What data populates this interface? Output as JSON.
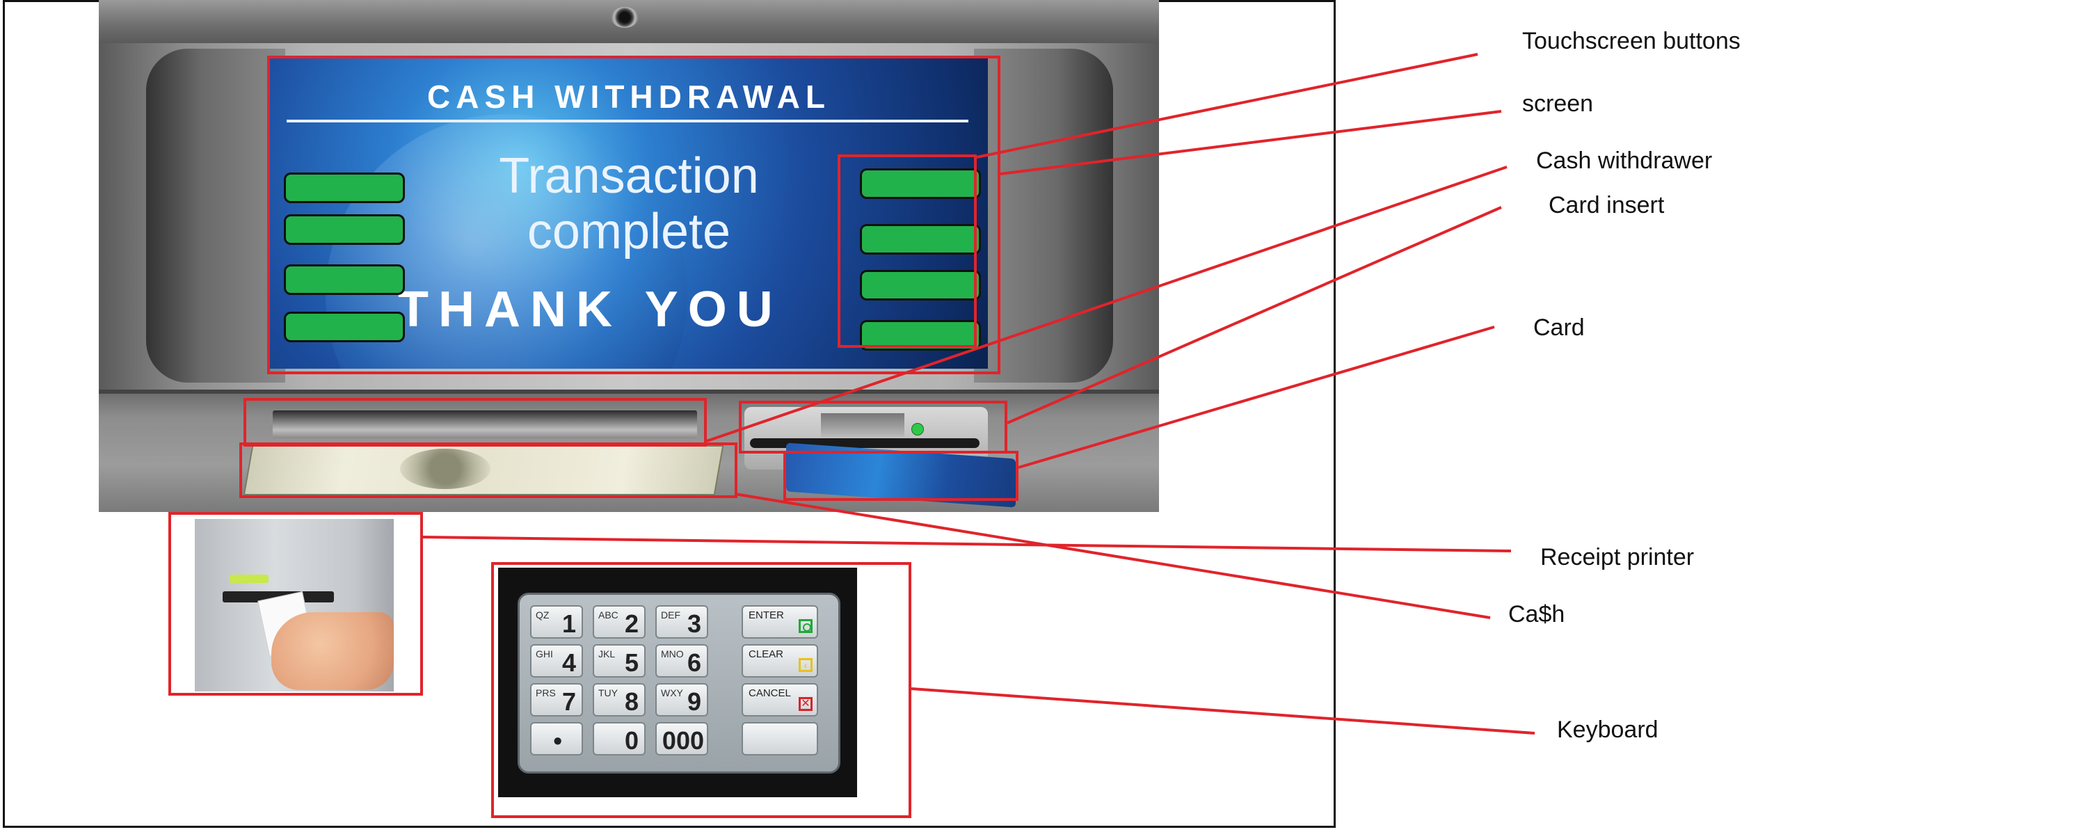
{
  "screen": {
    "title": "CASH WITHDRAWAL",
    "line1": "Transaction",
    "line2": "complete",
    "thanks": "THANK YOU"
  },
  "keypad": {
    "keys": [
      {
        "sub": "QZ",
        "num": "1"
      },
      {
        "sub": "ABC",
        "num": "2"
      },
      {
        "sub": "DEF",
        "num": "3"
      },
      {
        "sub": "GHI",
        "num": "4"
      },
      {
        "sub": "JKL",
        "num": "5"
      },
      {
        "sub": "MNO",
        "num": "6"
      },
      {
        "sub": "PRS",
        "num": "7"
      },
      {
        "sub": "TUY",
        "num": "8"
      },
      {
        "sub": "WXY",
        "num": "9"
      },
      {
        "sub": "",
        "num": "•"
      },
      {
        "sub": "",
        "num": "0"
      },
      {
        "sub": "",
        "num": "000"
      }
    ],
    "enter": "ENTER",
    "clear": "CLEAR",
    "cancel": "CANCEL",
    "colors": {
      "enter": "#22a83a",
      "clear": "#e8c21a",
      "cancel": "#d8232a"
    }
  },
  "labels": {
    "touchscreen_buttons": "Touchscreen buttons",
    "screen": "screen",
    "cash_withdrawer": "Cash withdrawer",
    "card_insert": "Card insert",
    "card": "Card",
    "receipt_printer": "Receipt printer",
    "cash": "Ca$h",
    "keyboard": "Keyboard"
  },
  "colors": {
    "callout": "#e0242b",
    "touch_button": "#22b24c"
  }
}
